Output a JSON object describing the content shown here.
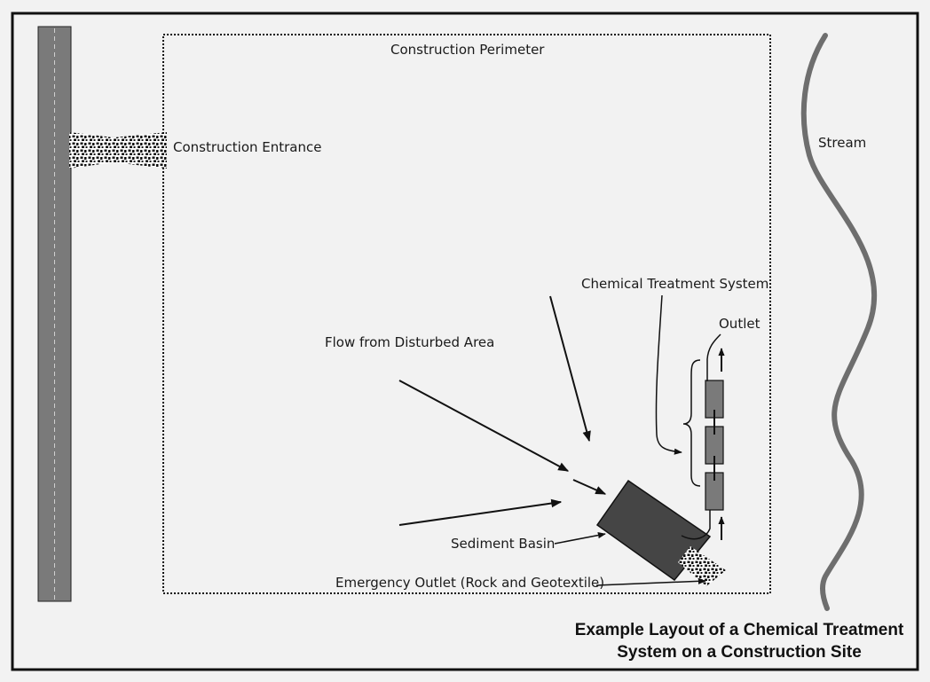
{
  "labels": {
    "construction_perimeter": "Construction Perimeter",
    "construction_entrance": "Construction Entrance",
    "stream": "Stream",
    "chemical_treatment_system": "Chemical Treatment System",
    "outlet": "Outlet",
    "flow_from_disturbed_area": "Flow from Disturbed Area",
    "sediment_basin": "Sediment Basin",
    "emergency_outlet": "Emergency Outlet (Rock and Geotextile)"
  },
  "title": {
    "line1": "Example Layout of a Chemical Treatment",
    "line2": "System on a Construction Site"
  },
  "colors": {
    "background": "#f2f2f2",
    "frame": "#111111",
    "road": "#7a7a7a",
    "stream": "#6e6e6e",
    "basin": "#454545",
    "treatment_cell": "#7a7a7a"
  }
}
